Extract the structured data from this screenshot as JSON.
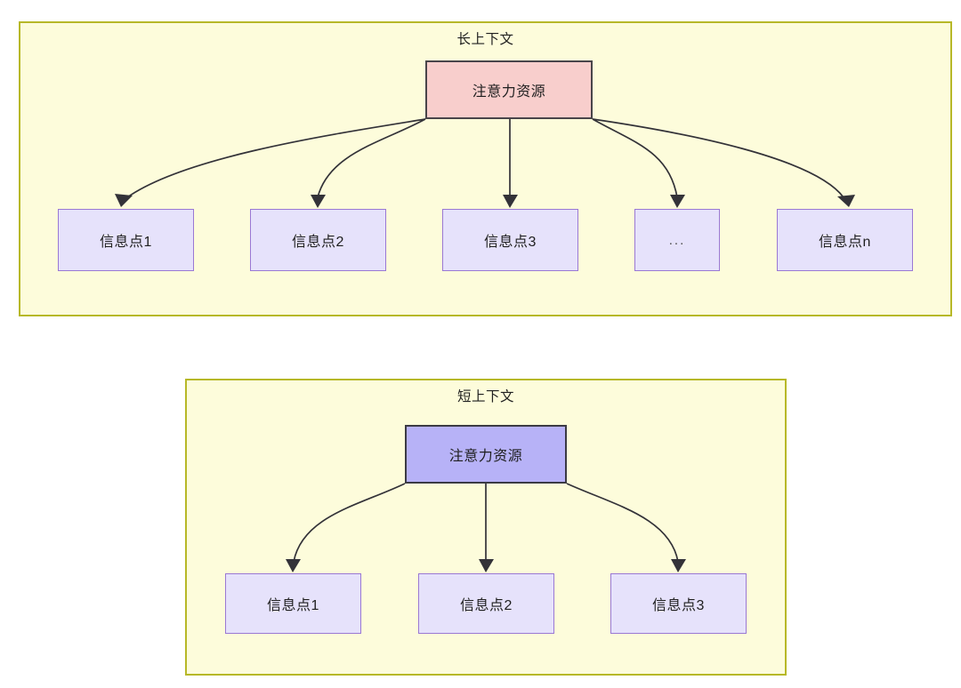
{
  "diagram": {
    "groups": [
      {
        "id": "long-context",
        "title": "长上下文",
        "attention_node": {
          "label": "注意力资源",
          "fill": "#f8cecc",
          "stroke": "#49454a"
        },
        "info_nodes": [
          {
            "label": "信息点1"
          },
          {
            "label": "信息点2"
          },
          {
            "label": "信息点3"
          },
          {
            "label": "..."
          },
          {
            "label": "信息点n"
          }
        ]
      },
      {
        "id": "short-context",
        "title": "短上下文",
        "attention_node": {
          "label": "注意力资源",
          "fill": "#b7b2f7",
          "stroke": "#3b3a44"
        },
        "info_nodes": [
          {
            "label": "信息点1"
          },
          {
            "label": "信息点2"
          },
          {
            "label": "信息点3"
          }
        ]
      }
    ],
    "colors": {
      "container_fill": "#fdfcdb",
      "container_border": "#b7b828",
      "info_fill": "#e6e2fb",
      "info_border": "#9a78d4",
      "edge": "#333238",
      "text": "#1f1f1f",
      "page_background": "#ffffff"
    }
  }
}
